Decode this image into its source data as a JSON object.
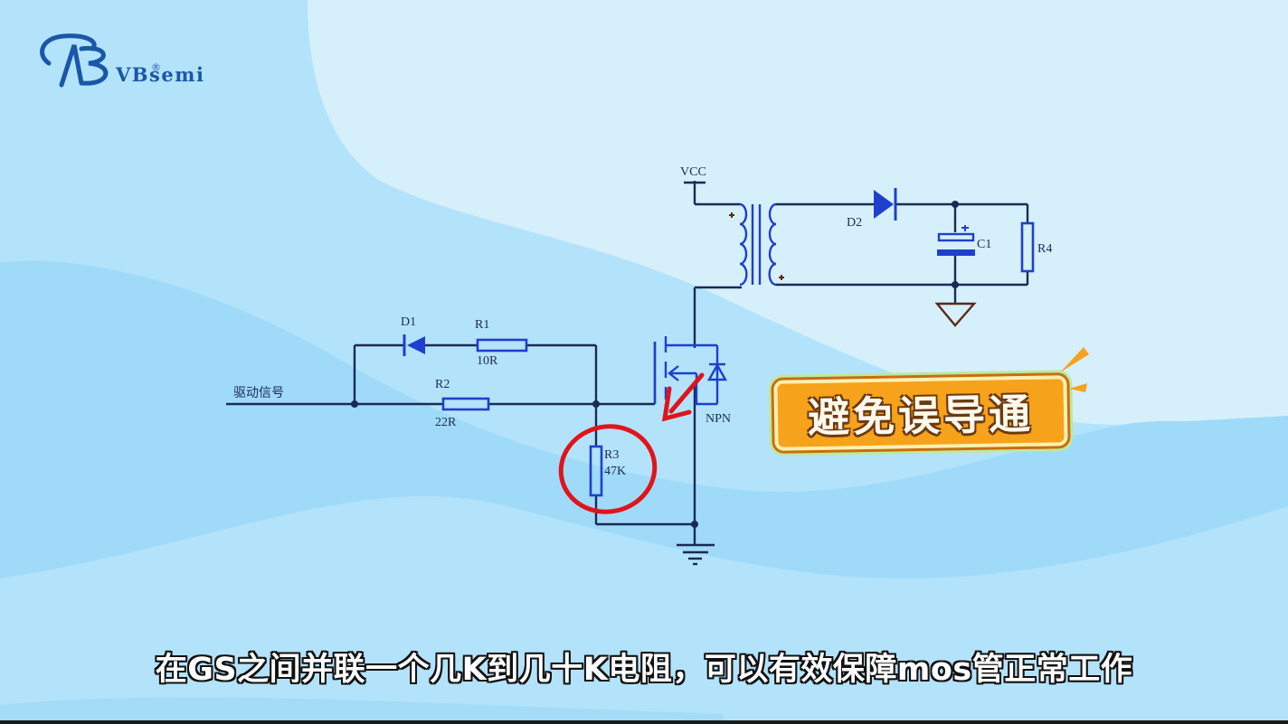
{
  "brand": {
    "name": "VBsemi",
    "registered_mark": "®",
    "color": "#1a57a8"
  },
  "schematic": {
    "input_label": "驱动信号",
    "components": {
      "D1": {
        "ref": "D1"
      },
      "R1": {
        "ref": "R1",
        "value": "10R"
      },
      "R2": {
        "ref": "R2",
        "value": "22R"
      },
      "R3": {
        "ref": "R3",
        "value": "47K"
      },
      "D2": {
        "ref": "D2"
      },
      "C1": {
        "ref": "C1"
      },
      "R4": {
        "ref": "R4"
      },
      "Q1": {
        "type_label": "NPN"
      }
    },
    "supply_label": "VCC",
    "polarity_mark": "+",
    "wire_color": "#1b2a55",
    "component_color": "#1f3fcf",
    "highlight_color": "#e0141b"
  },
  "callout": {
    "text": "避免误导通",
    "fill_color": "#f6a21a"
  },
  "subtitle": {
    "text": "在GS之间并联一个几K到几十K电阻，可以有效保障mos管正常工作"
  }
}
